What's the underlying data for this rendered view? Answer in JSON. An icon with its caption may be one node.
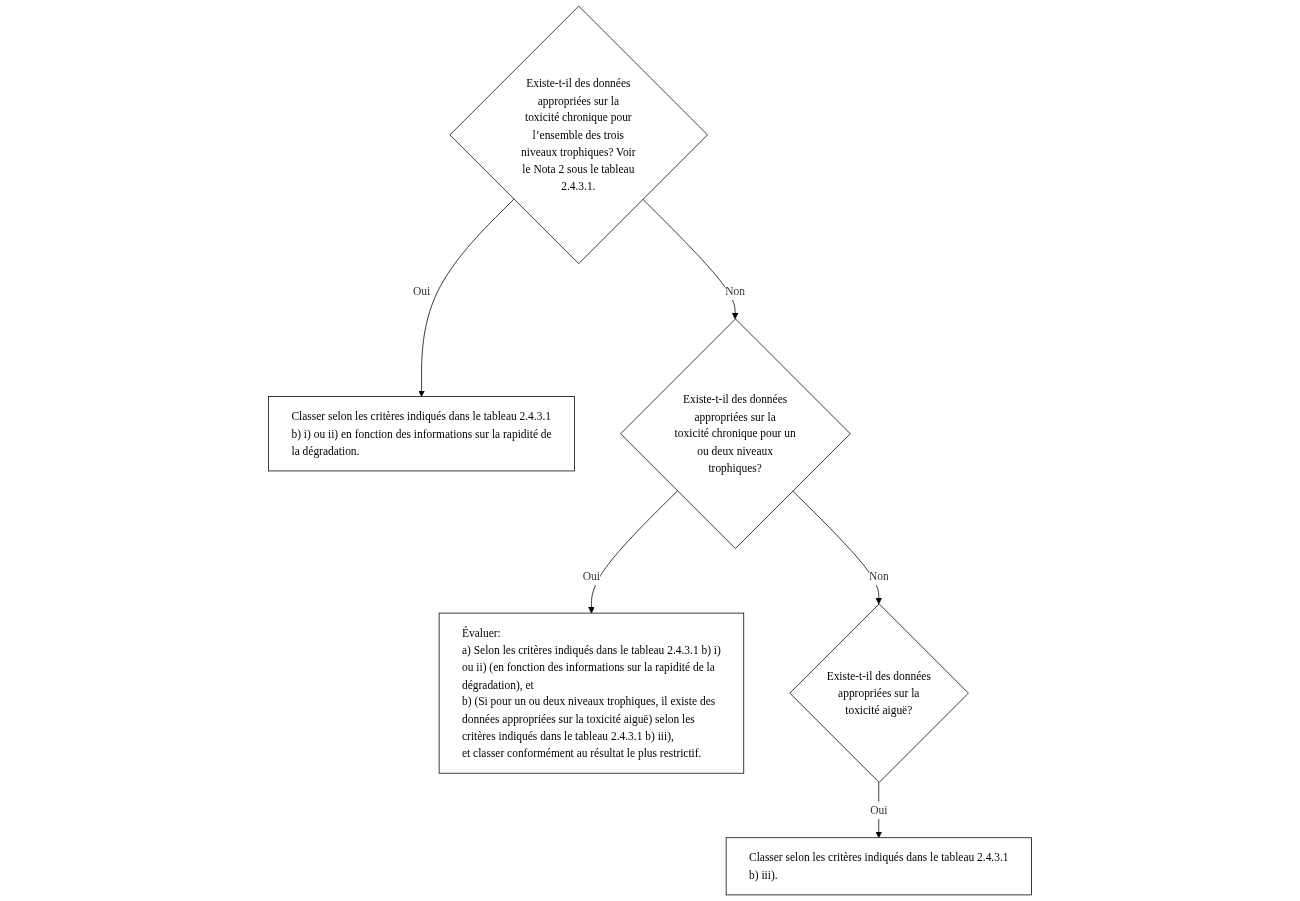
{
  "diagram": {
    "nodes": [
      {
        "text": [
          "Existe-t-il des données appropriées sur la toxicité chronique pour l’ensemble des trois niveaux trophiques? Voir le Nota 2 sous le tableau 2.4.3.1."
        ]
      },
      {
        "text": [
          "Classer selon les critères indiqués dans le tableau 2.4.3.1 b) i) ou ii) en fonction des informations sur la rapidité de la dégradation."
        ]
      },
      {
        "text": [
          "Existe-t-il des données appropriées sur la toxicité chronique pour un ou deux niveaux trophiques?"
        ]
      },
      {
        "text": [
          "Évaluer:",
          "a) Selon les critères indiqués dans le tableau 2.4.3.1 b) i) ou ii) (en fonction des informations sur la rapidité de la dégradation), et",
          "b) (Si pour un ou deux niveaux trophiques, il existe des données appropriées sur la toxicité aiguë) selon les critères indiqués dans le tableau 2.4.3.1 b) iii),",
          "et classer conformément au résultat le plus restrictif."
        ]
      },
      {
        "text": [
          "Existe-t-il des données appropriées sur la toxicité aiguë?"
        ]
      },
      {
        "text": [
          "Classer selon les critères indiqués dans le tableau 2.4.3.1 b) iii)."
        ]
      }
    ],
    "edges": [
      {
        "from": 0,
        "to": 1,
        "arrow": "to",
        "label": "Oui"
      },
      {
        "from": 0,
        "to": 2,
        "arrow": "to",
        "label": "Non"
      },
      {
        "from": 2,
        "to": 3,
        "arrow": "to",
        "label": "Oui"
      },
      {
        "from": 2,
        "to": 4,
        "arrow": "to",
        "label": "Non"
      },
      {
        "from": 4,
        "to": 5,
        "arrow": "to",
        "label": "Oui"
      }
    ]
  }
}
